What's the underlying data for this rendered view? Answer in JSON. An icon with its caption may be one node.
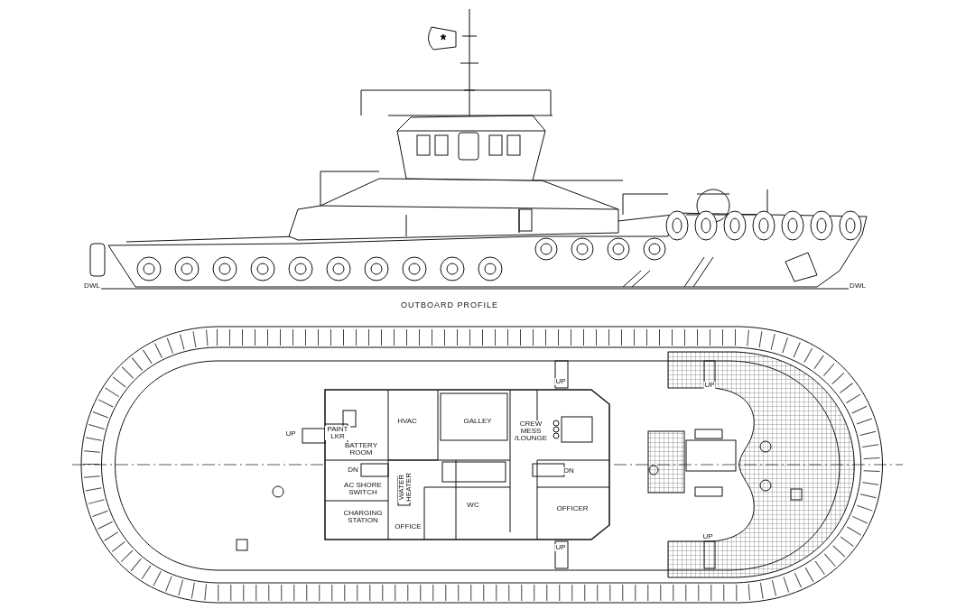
{
  "diagram": {
    "labels": [
      "DWL",
      "DWL",
      "OUTBOARD PROFILE",
      "UP",
      "UP",
      "HVAC",
      "GALLEY",
      "PAINT LKR",
      "UP",
      "CREW MESS /LOUNGE",
      "BATTERY ROOM",
      "DN",
      "DN",
      "AC SHORE SWITCH",
      "WATER HEATER",
      "WC",
      "OFFICER",
      "CHARGING STATION",
      "OFFICE",
      "UP",
      "UP"
    ]
  }
}
